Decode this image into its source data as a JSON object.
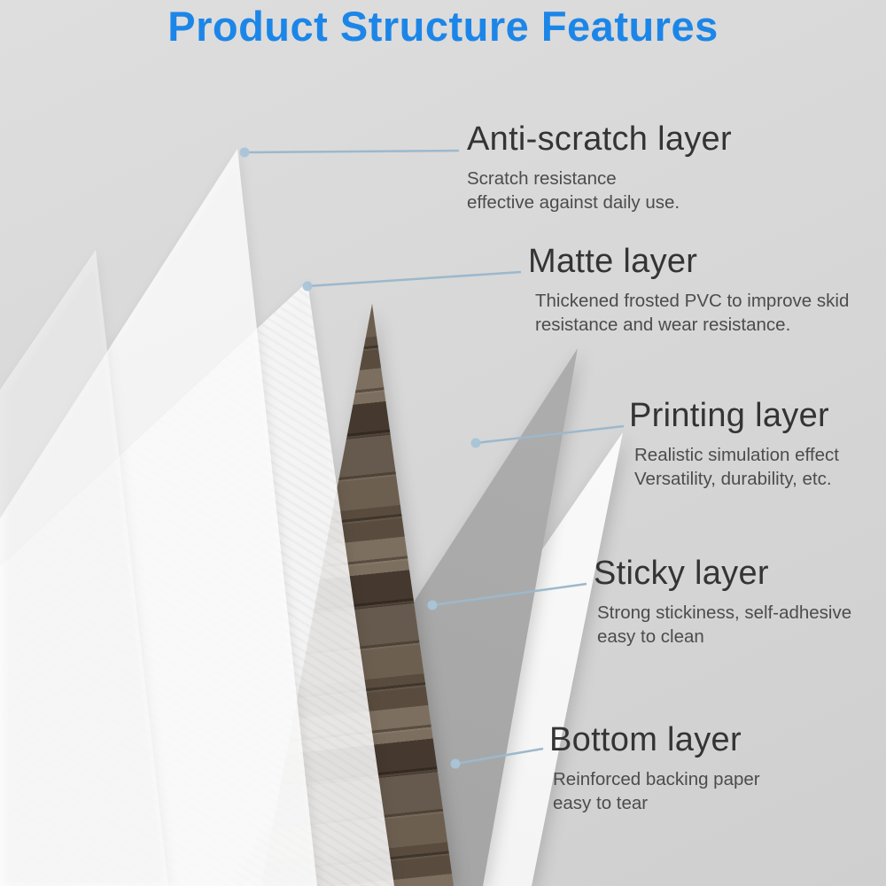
{
  "title": "Product Structure Features",
  "colors": {
    "title": "#1c86e8",
    "pointer_dot": "#a9c4d8",
    "pointer_line": "#9cb8cd",
    "background": "#d6d6d6",
    "heading_text": "#343434",
    "body_text": "#4c4c4c"
  },
  "layers": [
    {
      "name": "Anti-scratch layer",
      "desc_lines": [
        "Scratch resistance",
        "effective against daily use."
      ]
    },
    {
      "name": "Matte layer",
      "desc_lines": [
        "Thickened frosted PVC to improve skid",
        "resistance and wear resistance."
      ]
    },
    {
      "name": "Printing layer",
      "desc_lines": [
        "Realistic simulation effect",
        "Versatility, durability, etc."
      ]
    },
    {
      "name": "Sticky layer",
      "desc_lines": [
        "Strong stickiness, self-adhesive",
        "easy to clean"
      ]
    },
    {
      "name": "Bottom layer",
      "desc_lines": [
        "Reinforced backing paper",
        "easy to tear"
      ]
    }
  ]
}
